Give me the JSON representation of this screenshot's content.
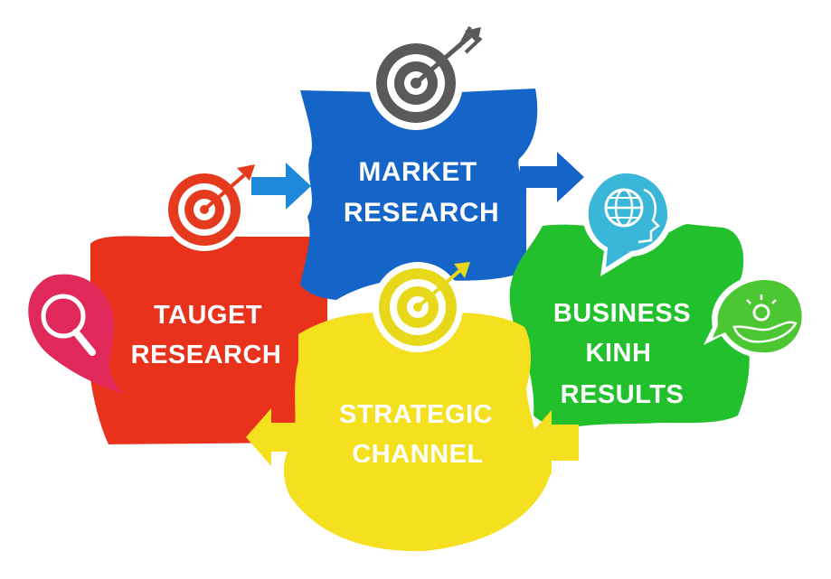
{
  "pieces": {
    "market": {
      "line1": "MARKET",
      "line2": "RESEARCH",
      "color": "#1565c8"
    },
    "target": {
      "line1": "TAUGET",
      "line2": "RESEARCH",
      "color": "#e8321c"
    },
    "strategic": {
      "line1": "STRATEGIC",
      "line2": "CHANNEL",
      "color": "#f4e01e"
    },
    "business": {
      "line1": "BUSINESS",
      "line2": "KINH",
      "line3": "RESULTS",
      "color": "#22c02c"
    }
  },
  "accents": {
    "arrow_blue": "#1e88d8",
    "pin_magenta": "#e0285a",
    "bubble_teal": "#3ab7d8",
    "bubble_green": "#4cc632",
    "target_gray": "#5a5a5a",
    "target_red": "#e53a1e",
    "target_yellow": "#e7d81a"
  },
  "icons": [
    "target-icon",
    "magnifier-icon",
    "globe-head-icon",
    "hand-idea-icon",
    "arrow-icon"
  ]
}
